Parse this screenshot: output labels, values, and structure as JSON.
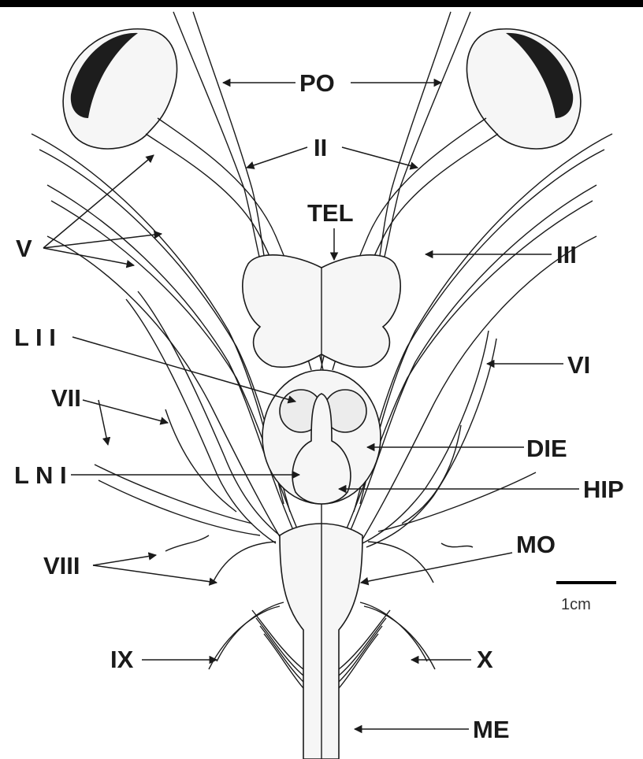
{
  "labels": {
    "po": "PO",
    "ii": "II",
    "tel": "TEL",
    "v": "V",
    "iii": "III",
    "li": "L I I",
    "vi": "VI",
    "vii": "VII",
    "die": "DIE",
    "lni": "L N I",
    "hip": "HIP",
    "viii": "VIII",
    "mo": "MO",
    "ix": "IX",
    "x": "X",
    "me": "ME"
  },
  "scale": {
    "label": "1cm"
  }
}
